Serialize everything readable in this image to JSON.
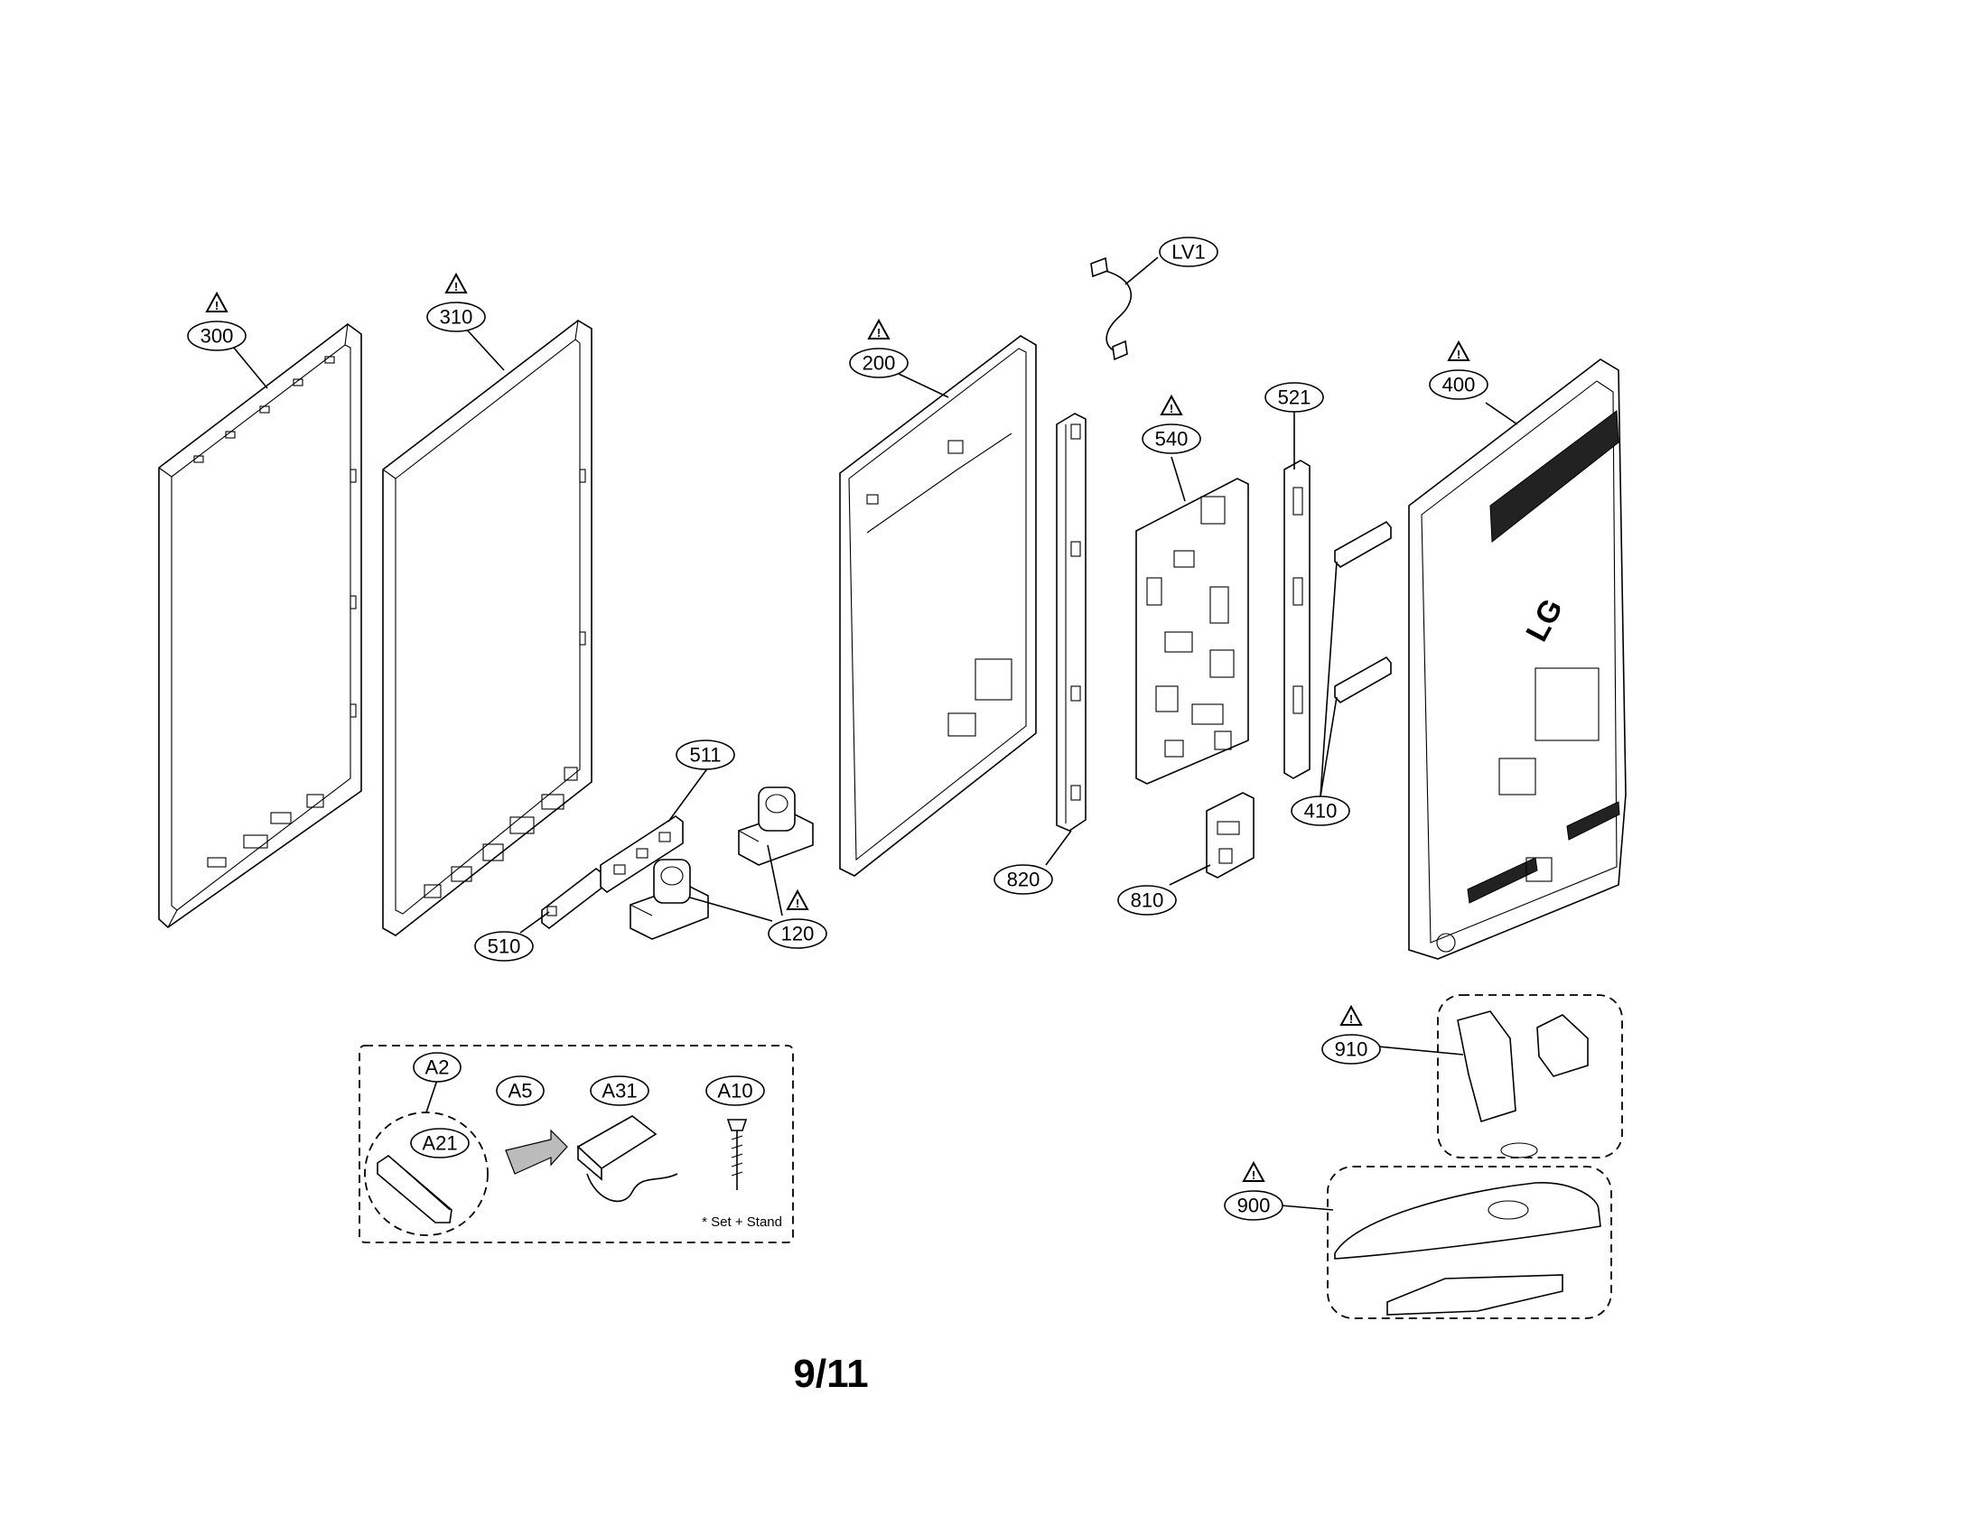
{
  "parts": [
    {
      "id": "p300",
      "label": "300",
      "warning": true
    },
    {
      "id": "p310",
      "label": "310",
      "warning": true
    },
    {
      "id": "p200",
      "label": "200",
      "warning": true
    },
    {
      "id": "pLV1",
      "label": "LV1",
      "warning": false
    },
    {
      "id": "p540",
      "label": "540",
      "warning": true
    },
    {
      "id": "p521",
      "label": "521",
      "warning": false
    },
    {
      "id": "p400",
      "label": "400",
      "warning": true
    },
    {
      "id": "p511",
      "label": "511",
      "warning": false
    },
    {
      "id": "p510",
      "label": "510",
      "warning": false
    },
    {
      "id": "p120",
      "label": "120",
      "warning": true
    },
    {
      "id": "p820",
      "label": "820",
      "warning": false
    },
    {
      "id": "p810",
      "label": "810",
      "warning": false
    },
    {
      "id": "p410",
      "label": "410",
      "warning": false
    },
    {
      "id": "p910",
      "label": "910",
      "warning": true
    },
    {
      "id": "p900",
      "label": "900",
      "warning": true
    },
    {
      "id": "pA2",
      "label": "A2",
      "warning": false
    },
    {
      "id": "pA21",
      "label": "A21",
      "warning": false
    },
    {
      "id": "pA5",
      "label": "A5",
      "warning": false
    },
    {
      "id": "pA31",
      "label": "A31",
      "warning": false
    },
    {
      "id": "pA10",
      "label": "A10",
      "warning": false
    }
  ],
  "warning_glyph": "!",
  "accessory_note": "* Set + Stand",
  "brand_logo": "LG",
  "page_number": "9/11",
  "colors": {
    "line": "#000000",
    "background": "#ffffff"
  }
}
